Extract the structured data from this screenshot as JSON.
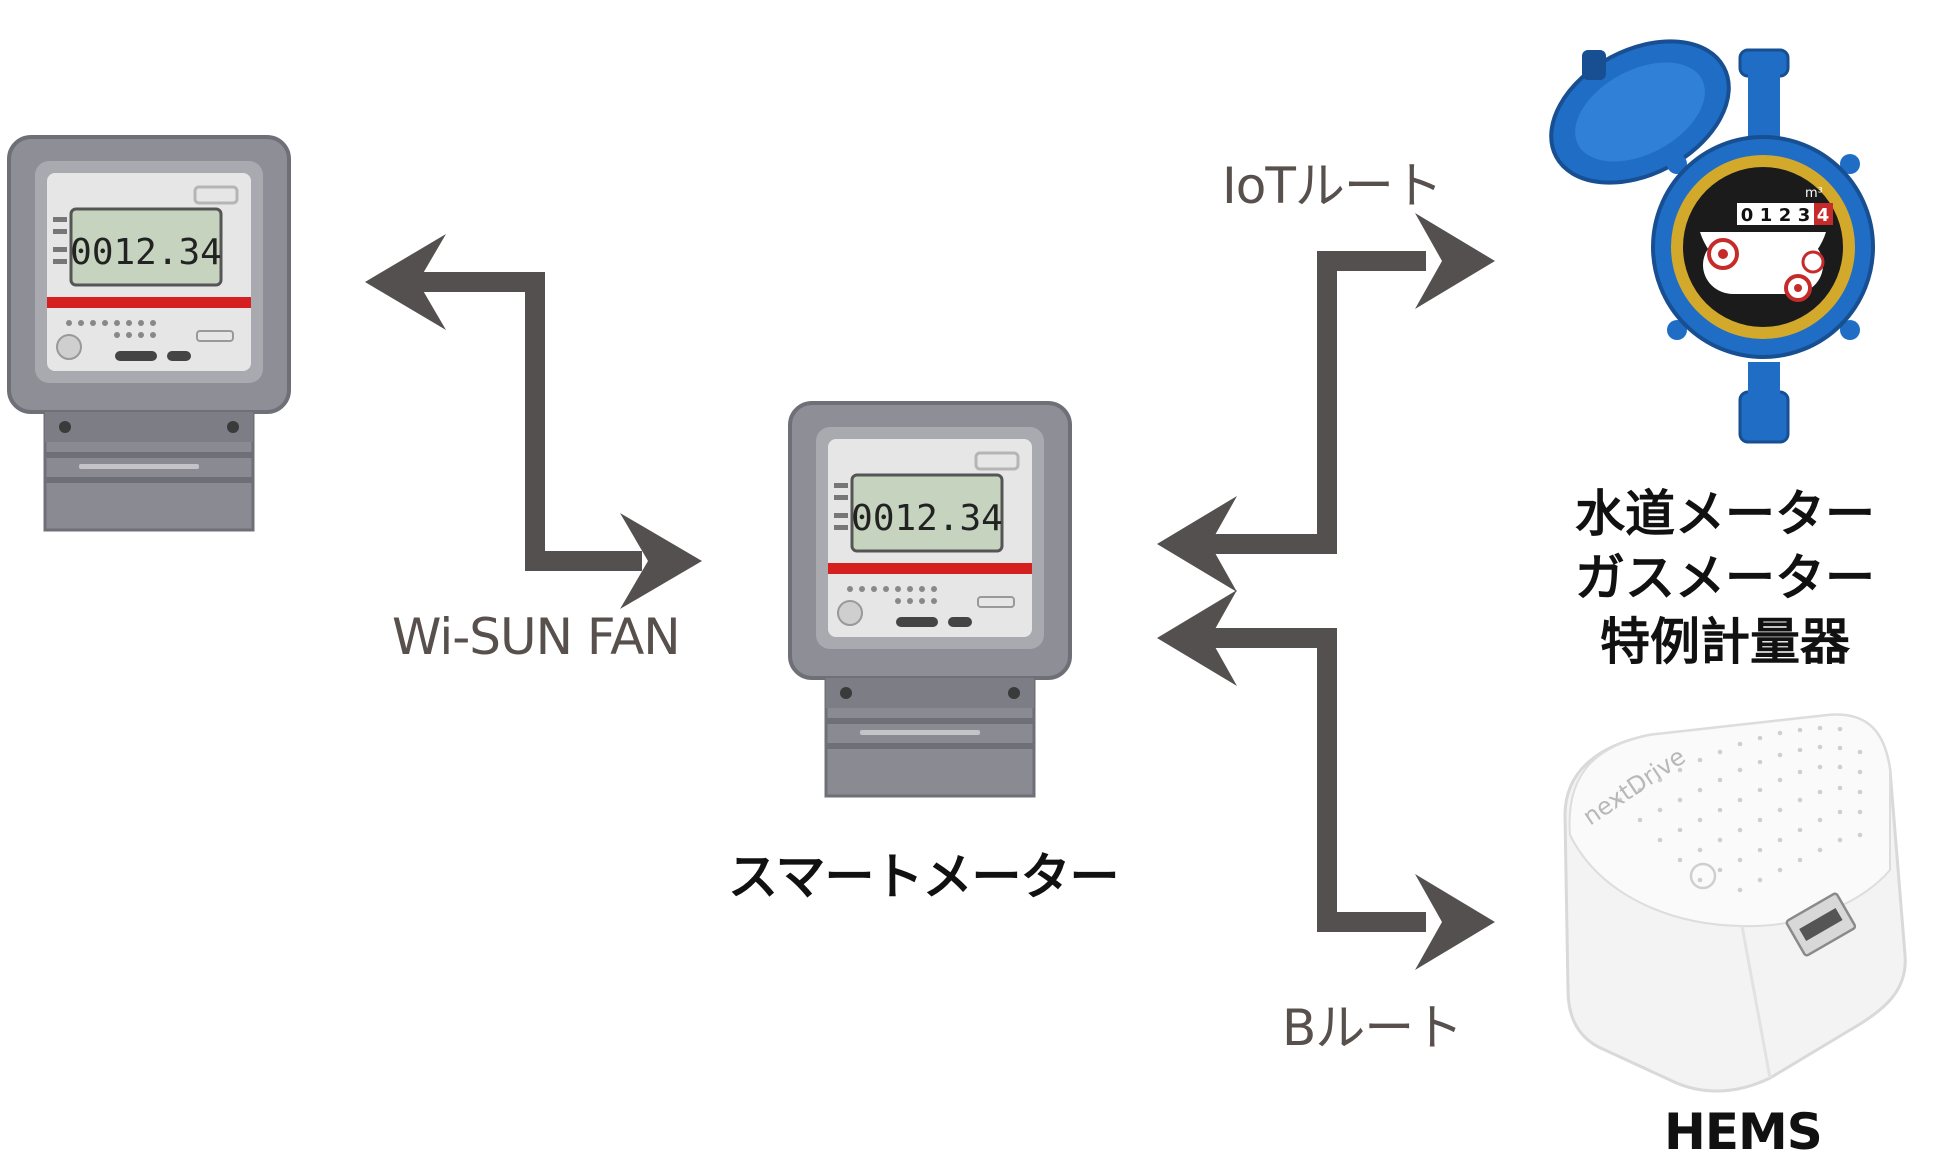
{
  "labels": {
    "wi_sun_fan": "Wi-SUN FAN",
    "smart_meter": "スマートメーター",
    "iot_route": "IoTルート",
    "b_route": "Bルート",
    "hems": "HEMS",
    "utility_meters": [
      "水道メーター",
      "ガスメーター",
      "特例計量器"
    ]
  },
  "devices": {
    "meter_display": "0012.34",
    "water_meter_digits": [
      "0",
      "1",
      "2",
      "3",
      "4"
    ],
    "water_meter_unit": "m³",
    "hems_brand": "nextDrive"
  },
  "colors": {
    "arrow": "#555050",
    "meter_body": "#8e8e96",
    "meter_face": "#e6e6e6",
    "lcd": "#c6d3bf",
    "red_stripe": "#d62020",
    "water_blue": "#1f6dc4",
    "water_gold": "#d3a92c"
  }
}
